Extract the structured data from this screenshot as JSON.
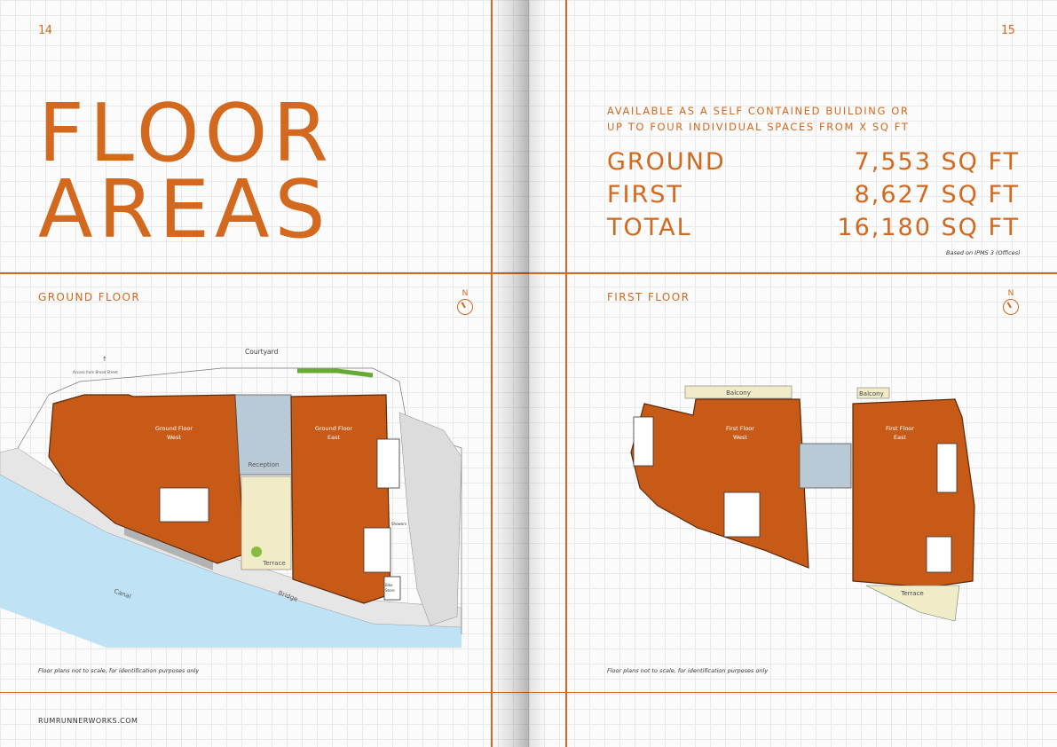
{
  "left_page": {
    "page_number": "14",
    "title_line1": "FLOOR",
    "title_line2": "AREAS",
    "ground_floor_label": "GROUND FLOOR",
    "north_label": "N",
    "plan_labels": {
      "courtyard": "Courtyard",
      "access": "Access from Broad Street",
      "west": [
        "Ground Floor",
        "West"
      ],
      "east": [
        "Ground Floor",
        "East"
      ],
      "reception": "Reception",
      "terrace": "Terrace",
      "canal": "Canal",
      "bridge": "Bridge",
      "showers": "Showers",
      "bike_store": [
        "Bike",
        "Store"
      ]
    },
    "disclaimer": "Floor plans not to scale, for identification purposes only",
    "website": "RUMRUNNERWORKS.COM"
  },
  "right_page": {
    "page_number": "15",
    "availability_line1": "AVAILABLE AS A SELF CONTAINED BUILDING OR",
    "availability_line2": "UP TO FOUR INDIVIDUAL SPACES FROM X SQ FT",
    "areas": [
      {
        "label": "GROUND",
        "value": "7,553 SQ FT"
      },
      {
        "label": "FIRST",
        "value": "8,627 SQ FT"
      },
      {
        "label": "TOTAL",
        "value": "16,180 SQ FT"
      }
    ],
    "measure_note": "Based on IPMS 3 (Offices)",
    "first_floor_label": "FIRST FLOOR",
    "north_label": "N",
    "plan_labels": {
      "balcony": "Balcony",
      "balcony2": "Balcony",
      "west": [
        "First Floor",
        "West"
      ],
      "east": [
        "First Floor",
        "East"
      ],
      "terrace": "Terrace"
    },
    "disclaimer": "Floor plans not to scale, for identification purposes only"
  },
  "colors": {
    "accent": "#d2691e",
    "plan_fill": "#c85a18",
    "water": "#bfe3f5",
    "hall": "#b9c9d6"
  }
}
